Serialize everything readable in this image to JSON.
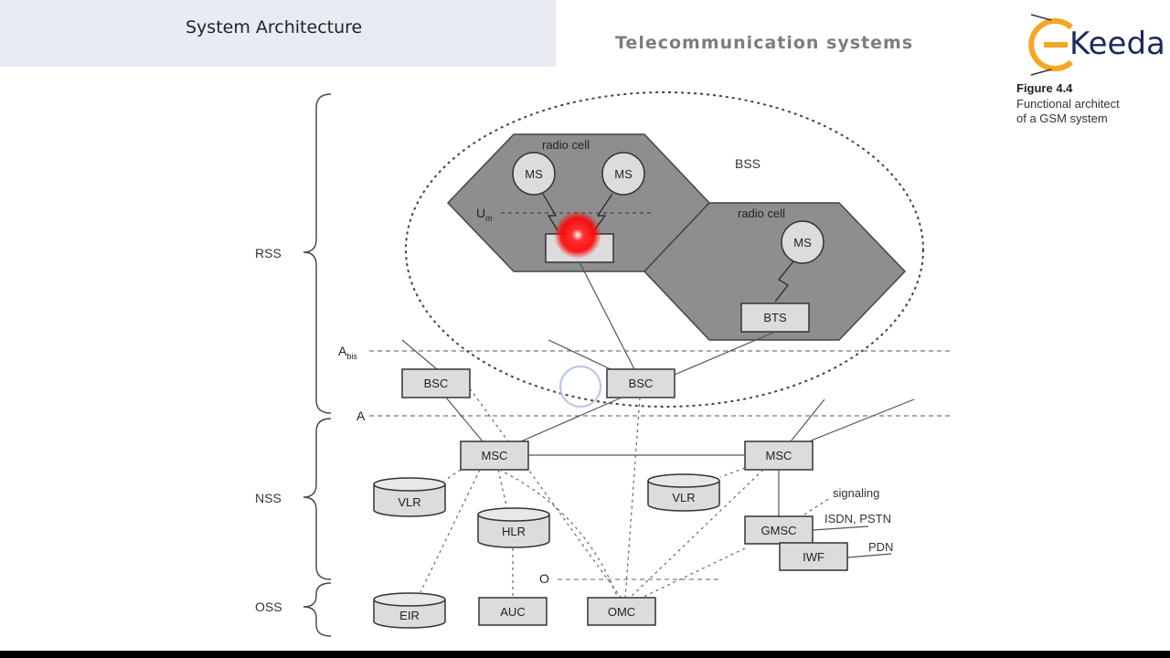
{
  "slide": {
    "title": "System Architecture",
    "book_header": "Telecommunication systems",
    "logo_text": "Keeda",
    "figure_label": "Figure 4.4",
    "figure_caption": "Functional architect\nof a GSM system"
  },
  "diagram": {
    "subsystems": {
      "rss": "RSS",
      "nss": "NSS",
      "oss": "OSS"
    },
    "bss_label": "BSS",
    "cells": {
      "cell1": "radio cell",
      "cell2": "radio cell"
    },
    "interfaces": {
      "um": "U",
      "um_sub": "m",
      "abis": "A",
      "abis_sub": "bis",
      "a": "A",
      "o": "O"
    },
    "nodes": {
      "ms1": "MS",
      "ms2": "MS",
      "ms3": "MS",
      "bts2": "BTS",
      "bsc1": "BSC",
      "bsc2": "BSC",
      "msc1": "MSC",
      "msc2": "MSC",
      "vlr1": "VLR",
      "vlr2": "VLR",
      "hlr": "HLR",
      "gmsc": "GMSC",
      "iwf": "IWF",
      "eir": "EIR",
      "auc": "AUC",
      "omc": "OMC"
    },
    "external": {
      "signaling": "signaling",
      "isdn": "ISDN, PSTN",
      "pdn": "PDN"
    },
    "colors": {
      "cell_fill": "#8e8e8e",
      "node_fill": "#e0e0e0",
      "pointer": "#ff1a1a"
    }
  }
}
